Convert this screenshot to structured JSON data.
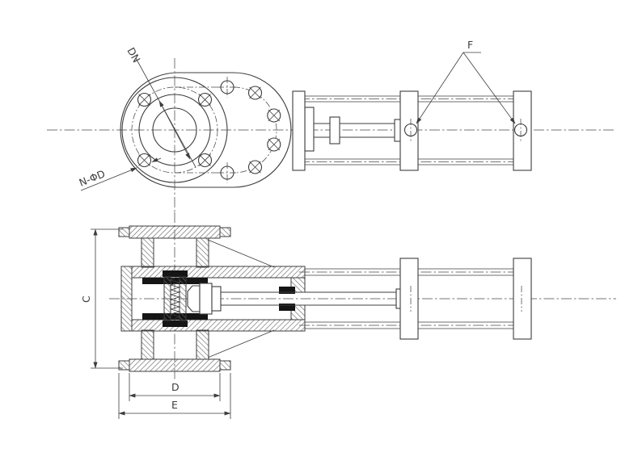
{
  "drawing": {
    "views": {
      "flange_front": {
        "nominal_diameter_label": "DN",
        "bolt_pattern_label": "N-ΦD"
      },
      "actuator_top": {
        "air_ports_label": "F"
      },
      "valve_section": {
        "dim_height_label": "C",
        "dim_bolt_circle_label": "D",
        "dim_flange_label": "E"
      }
    },
    "colors": {
      "background": "#ffffff",
      "line": "#3c3c3c",
      "centerline": "#4a4a4a",
      "seal": "#151515",
      "hatch": "#6b6b6b"
    }
  }
}
